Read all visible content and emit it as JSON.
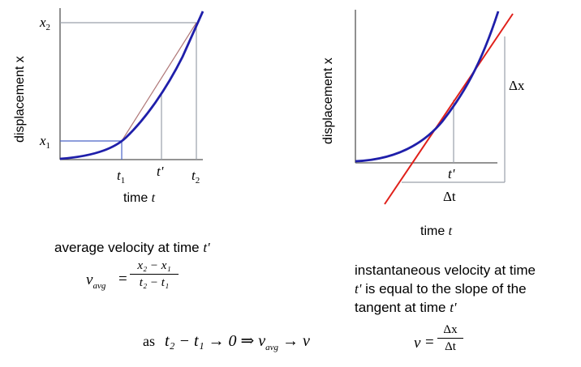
{
  "left_graph": {
    "ylabel": "displacement  x",
    "xlabel_prefix": "time  ",
    "xlabel_var": "t",
    "y_tick_x2_base": "x",
    "y_tick_x2_sub": "2",
    "y_tick_x1_base": "x",
    "y_tick_x1_sub": "1",
    "x_tick_t1_base": "t",
    "x_tick_t1_sub": "1",
    "x_tick_tprime": "t'",
    "x_tick_t2_base": "t",
    "x_tick_t2_sub": "2"
  },
  "right_graph": {
    "ylabel": "displacement  x",
    "xlabel_prefix": "time  ",
    "xlabel_var": "t",
    "x_tick_tprime": "t'",
    "delta_t": "Δt",
    "delta_x": "Δx"
  },
  "avg_velocity": {
    "caption_prefix": "average velocity at time ",
    "caption_var": "t'",
    "lhs": "v",
    "lhs_sub": "avg",
    "eq": "=",
    "num": "x₂ − x₁",
    "den": "t₂ − t₁"
  },
  "limit": {
    "as": "as",
    "expr": "t₂ − t₁ → 0  ⇒  v",
    "sub": "avg",
    "tail": " → v"
  },
  "inst_velocity": {
    "line1": "instantaneous velocity at time",
    "line2_var": "t'",
    "line2_rest": " is equal to the slope of the",
    "line3_prefix": "tangent at time ",
    "line3_var": "t'",
    "lhs": "v",
    "eq": "=",
    "num": "Δx",
    "den": "Δt"
  },
  "colors": {
    "curve": "#1f1faa",
    "secant": "#b07878",
    "tangent": "#e0201a",
    "guide_blue": "#4a63c8",
    "guide_gray": "#9aa0aa",
    "axis": "#555555"
  }
}
